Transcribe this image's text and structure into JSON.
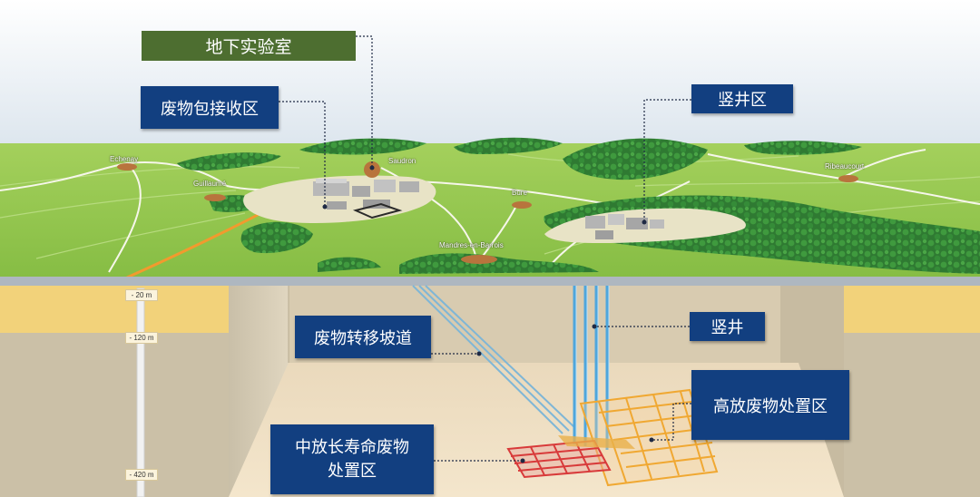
{
  "labels": {
    "underground_lab": "地下实验室",
    "package_reception": "废物包接收区",
    "shaft_zone": "竖井区",
    "transfer_ramp": "废物转移坡道",
    "shaft": "竖井",
    "hlw_disposal": "高放废物处置区",
    "ilw_disposal_line1": "中放长寿命废物",
    "ilw_disposal_line2": "处置区"
  },
  "towns": {
    "echenay": "Echenay",
    "guillaume": "Guillaumé",
    "saudron": "Saudron",
    "bure": "Bure",
    "mandres": "Mandres-en-Barrois",
    "ribeaucourt": "Ribeaucourt"
  },
  "depths": [
    "- 20 m",
    "- 120 m",
    "- 420 m"
  ],
  "colors": {
    "callout_blue": "#123f80",
    "lab_green": "#4d6e30",
    "grass": "#8fc44c",
    "forest": "#2f7a32",
    "clay_layer": "#f2d27a",
    "rock_layer": "#cbc0a7",
    "ilw_zone": "#d83a3a",
    "hlw_zone": "#f0a832",
    "shaft_lines": "#4fa6dc",
    "ramp": "#7fb6d6"
  }
}
